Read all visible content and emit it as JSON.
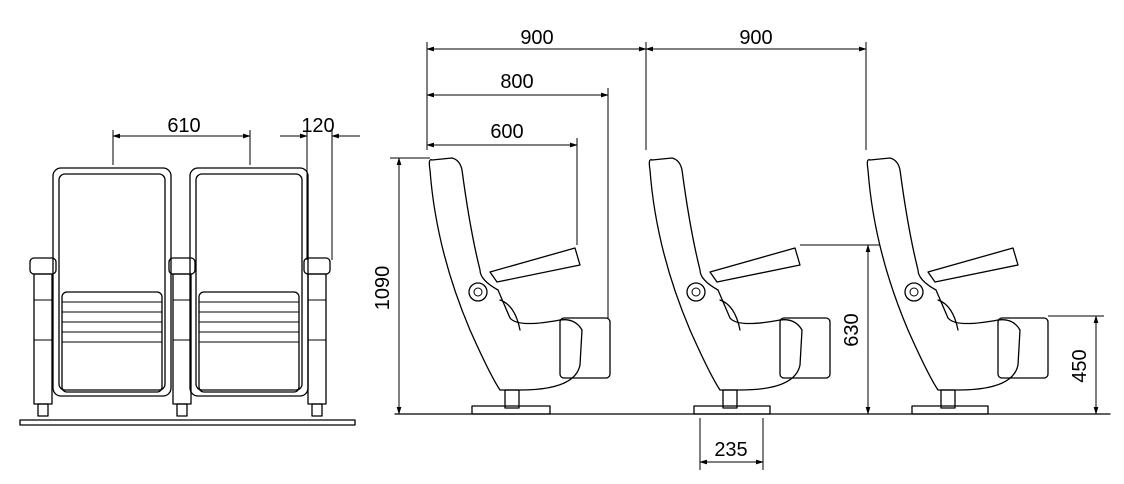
{
  "dimensions": {
    "front_seat_width": "610",
    "front_armrest_width": "120",
    "row_pitch_1": "900",
    "row_pitch_2": "900",
    "depth_folded": "800",
    "depth_open": "600",
    "overall_height": "1090",
    "armrest_height": "630",
    "seat_height": "450",
    "base_width": "235"
  }
}
